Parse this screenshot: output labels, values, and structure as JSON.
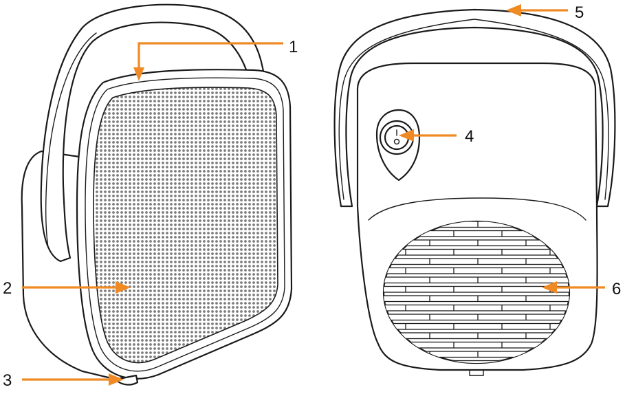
{
  "colors": {
    "arrow": "#f08a24",
    "line": "#1a1a1a",
    "mesh": "#8c8c8c"
  },
  "callouts": [
    {
      "id": "1",
      "label": "1"
    },
    {
      "id": "2",
      "label": "2"
    },
    {
      "id": "3",
      "label": "3"
    },
    {
      "id": "4",
      "label": "4"
    },
    {
      "id": "5",
      "label": "5"
    },
    {
      "id": "6",
      "label": "6"
    }
  ]
}
